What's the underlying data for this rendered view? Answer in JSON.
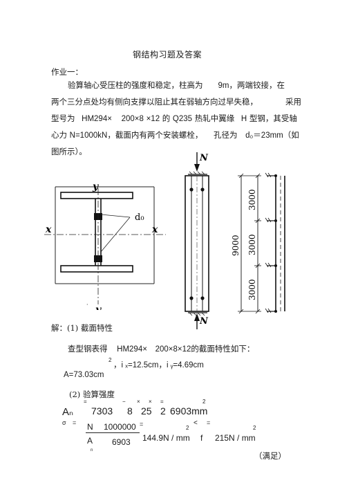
{
  "title": "钢结构习题及答案",
  "section": "作业一：",
  "problem": {
    "line1": [
      "验算轴心受压柱的强度和稳定，柱高为",
      "9m",
      "，两端铰接，在"
    ],
    "line2": [
      "两个三分点处均有侧向支撑以阻止其在弱轴方向过早失稳，",
      "采用"
    ],
    "line3": [
      "型号为",
      "HM294×",
      "200×8",
      "×12",
      "的",
      "Q235",
      "热轧中翼缘",
      "H",
      "型钢，其受轴"
    ],
    "line4": [
      "心力",
      "N=1000kN",
      "，截面内有两个安装螺栓，",
      "孔径为",
      "d₀＝23mm",
      "（如"
    ],
    "line5": "图所示）。"
  },
  "figure": {
    "section_labels": {
      "y_top": "y",
      "y_bottom": "y",
      "x_left": "x",
      "x_right": "x",
      "d0": "d₀"
    },
    "column_labels": {
      "n_top": "N",
      "n_bottom": "N"
    },
    "dims": {
      "total": "9000",
      "seg1": "3000",
      "seg2": "3000",
      "seg3": "3000"
    }
  },
  "solution": {
    "step1": "解：(1)  截面特性",
    "lookup": [
      "查型钢表得",
      "HM294×",
      "200×8×12",
      "的截面特性如下："
    ],
    "props_sup": "2",
    "props": "，i ₓ=12.5cm，i ᵧ=4.69cm",
    "area": "A=73.03cm",
    "step2": "(2)  验算强度",
    "eq1_ops": [
      "=",
      "−",
      "×",
      "×",
      "="
    ],
    "eq1_sup": "2",
    "eq1_lhs": "Aₙ",
    "eq1_terms": [
      "7303",
      "8",
      "25",
      "2",
      "6903mm"
    ],
    "eq2_sigma": "σ",
    "eq2_eq": "=",
    "eq2_num": "N",
    "eq2_val": "1000000",
    "eq2_eq2": "=",
    "eq2_den_a": "A",
    "eq2_den_n": "n",
    "eq2_den_val": "6903",
    "eq2_res": "144.9N / mm",
    "eq2_sup1": "2",
    "eq2_lt": "<",
    "eq2_eq3": "=",
    "eq2_f": "f",
    "eq2_fval": "215N / mm",
    "eq2_sup2": "2",
    "satisfied": "（满足）"
  }
}
